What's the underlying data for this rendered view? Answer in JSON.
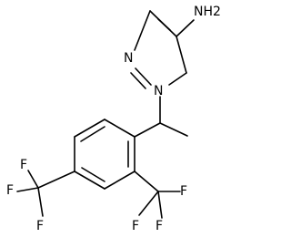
{
  "molecule": {
    "atoms": {
      "nh2": "NH2",
      "n_ring_upper": "N",
      "n_ring_lower": "N",
      "f_left_1": "F",
      "f_left_2": "F",
      "f_left_3": "F",
      "f_right_1": "F",
      "f_right_2": "F",
      "f_right_3": "F"
    }
  }
}
